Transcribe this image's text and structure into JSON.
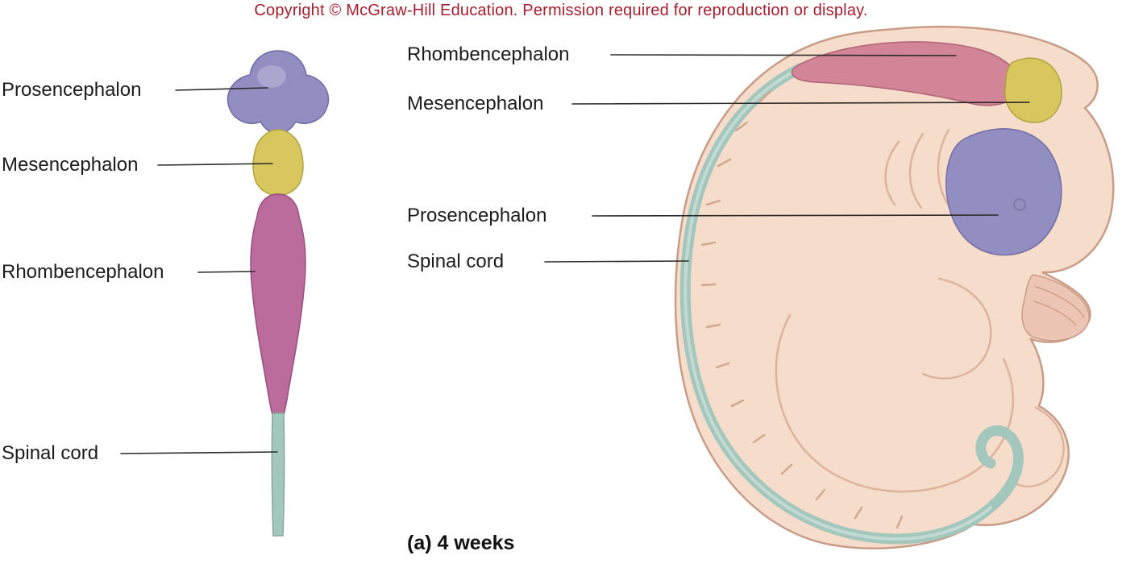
{
  "copyright": "Copyright © McGraw-Hill Education. Permission required for reproduction or display.",
  "caption": "(a) 4 weeks",
  "colors": {
    "copyright_text": "#a41e2d",
    "prosencephalon": "#928ec1",
    "mesencephalon": "#d8c75e",
    "rhombencephalon": "#bb6c9c",
    "rhombencephalon_band": "#d28597",
    "spinal_cord": "#a3c6bd",
    "body_fill": "#f6dcca",
    "body_outline": "#c89c86"
  },
  "neural_tube": {
    "labels": [
      "Prosencephalon",
      "Mesencephalon",
      "Rhombencephalon",
      "Spinal cord"
    ]
  },
  "embryo": {
    "labels": [
      "Rhombencephalon",
      "Mesencephalon",
      "Prosencephalon",
      "Spinal cord"
    ]
  }
}
